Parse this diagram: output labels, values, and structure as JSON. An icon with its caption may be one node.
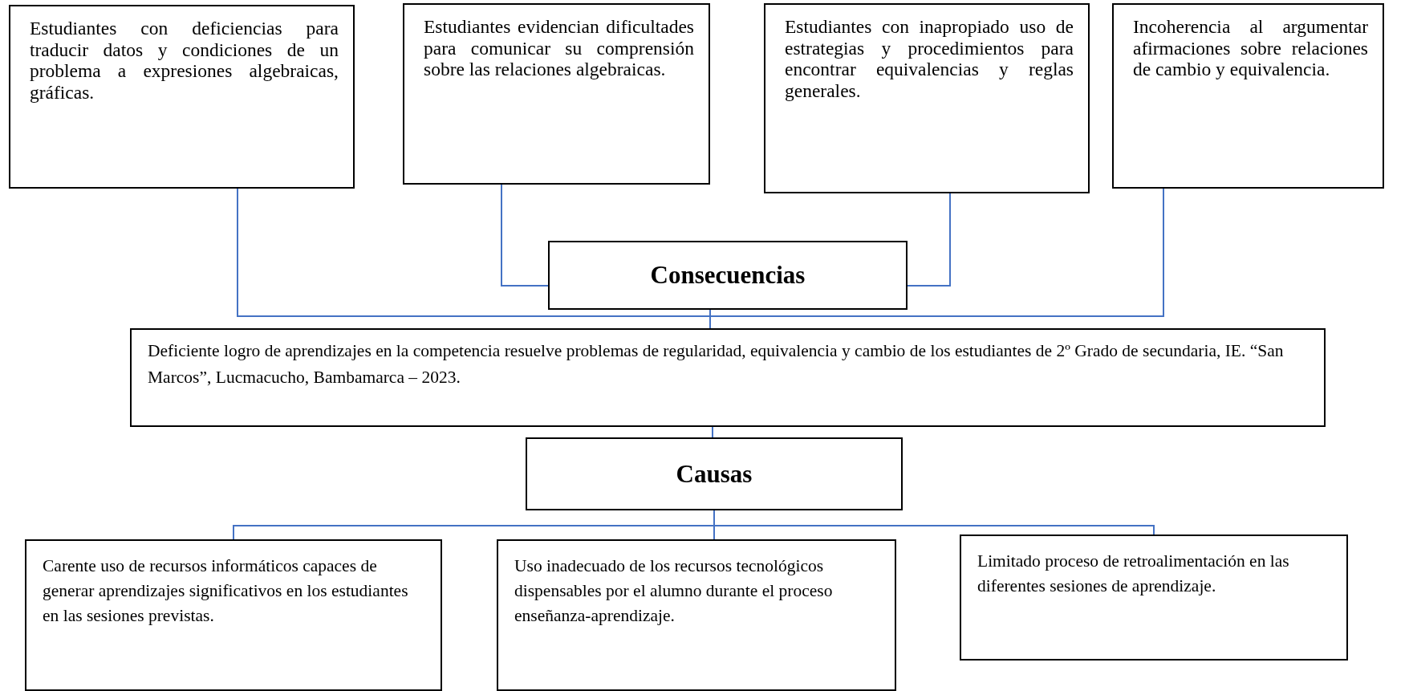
{
  "diagram": {
    "nodes": [
      {
        "text": [
          "Estudiantes con deficiencias para traducir datos y condiciones de un problema a expresiones algebraicas, gráficas."
        ]
      },
      {
        "text": [
          "Estudiantes evidencian dificultades para comunicar su comprensión sobre las relaciones algebraicas."
        ]
      },
      {
        "text": [
          "Estudiantes con inapropiado uso de estrategias y procedimientos para encontrar equivalencias y reglas generales."
        ]
      },
      {
        "text": [
          "Incoherencia al argumentar afirmaciones sobre relaciones de cambio y equivalencia."
        ]
      },
      {
        "text": [
          "Consecuencias"
        ]
      },
      {
        "text": [
          "Deficiente logro de aprendizajes en la competencia resuelve problemas de regularidad, equivalencia y cambio de los estudiantes de 2º Grado de secundaria, IE. “San Marcos”, Lucmacucho, Bambamarca – 2023."
        ]
      },
      {
        "text": [
          "Causas"
        ]
      },
      {
        "text": [
          "Carente uso de recursos informáticos capaces de generar aprendizajes significativos en los estudiantes en las sesiones previstas."
        ]
      },
      {
        "text": [
          "Uso inadecuado de los recursos tecnológicos dispensables por el alumno durante el proceso enseñanza-aprendizaje."
        ]
      },
      {
        "text": [
          "Limitado proceso de retroalimentación en las diferentes sesiones de aprendizaje."
        ]
      }
    ],
    "edges": [
      {
        "from": 0,
        "to": 5,
        "arrow": "none"
      },
      {
        "from": 1,
        "to": 4,
        "arrow": "none"
      },
      {
        "from": 2,
        "to": 4,
        "arrow": "none"
      },
      {
        "from": 3,
        "to": 5,
        "arrow": "none"
      },
      {
        "from": 4,
        "to": 5,
        "arrow": "none"
      },
      {
        "from": 5,
        "to": 6,
        "arrow": "none"
      },
      {
        "from": 6,
        "to": 7,
        "arrow": "none"
      },
      {
        "from": 6,
        "to": 8,
        "arrow": "none"
      },
      {
        "from": 6,
        "to": 9,
        "arrow": "none"
      }
    ]
  }
}
